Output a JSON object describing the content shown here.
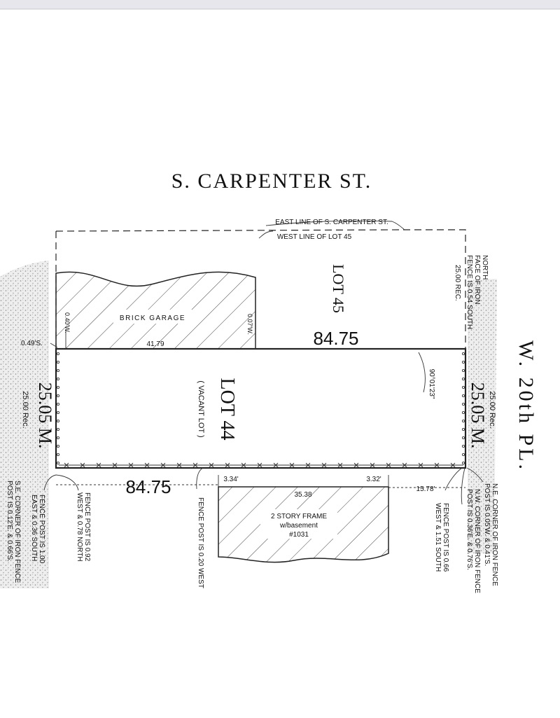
{
  "street_north": "S. CARPENTER ST.",
  "street_east": "W. 20th PL.",
  "labels": {
    "east_line": "EAST LINE OF S. CARPENTER ST.",
    "west_line": "WEST LINE OF LOT 45",
    "lot45": "LOT 45",
    "lot44": "LOT 44",
    "vacant": "( VACANT LOT )",
    "garage": "BRICK GARAGE",
    "house_line1": "2 STORY FRAME",
    "house_line2": "w/basement",
    "house_line3": "#1031"
  },
  "dimensions": {
    "north_length": "84.75",
    "south_length": "84.75",
    "west_width": "25.05 M.",
    "west_record": "25.00 Rec.",
    "east_width": "25.05 M.",
    "east_record": "25.00 Rec.",
    "lot45_east_rec": "25.00 REC.",
    "angle": "90°01'23\"",
    "garage_front": "41.79",
    "garage_nw_offset": "0.49'S.",
    "garage_w_offset": "0.40'W.",
    "garage_e_offset": "0.07'W.",
    "house_width": "35.38",
    "house_w_setback": "3.34'",
    "house_e_setback": "3.32'",
    "house_e_distance": "15.78'"
  },
  "notes": {
    "north_fence": [
      "NORTH",
      "FACE OF IRON",
      "FENCE IS 0.54 SOUTH"
    ],
    "ne_corner": [
      "N.E. CORNER OF IRON FENCE",
      "POST IS 0.05'W. & 0.41'S."
    ],
    "nw_corner": [
      "N.W. CORNER OF IRON FENCE",
      "POST IS 0.36'E. & 0.76'S."
    ],
    "fence_post_066": [
      "FENCE POST IS 0.66",
      "WEST & 1.51 SOUTH"
    ],
    "fence_post_020": [
      "FENCE POST IS 0.20 WEST"
    ],
    "fence_post_092": [
      "FENCE POST IS 0.92",
      "WEST & 0.78 NORTH"
    ],
    "fence_post_100": [
      "FENCE POST IS 1.00",
      "EAST & 0.36 SOUTH"
    ],
    "se_corner": [
      "S.E. CORNER OF IRON FENCE",
      "POST IS 0.12'E. & 0.66'S."
    ]
  }
}
